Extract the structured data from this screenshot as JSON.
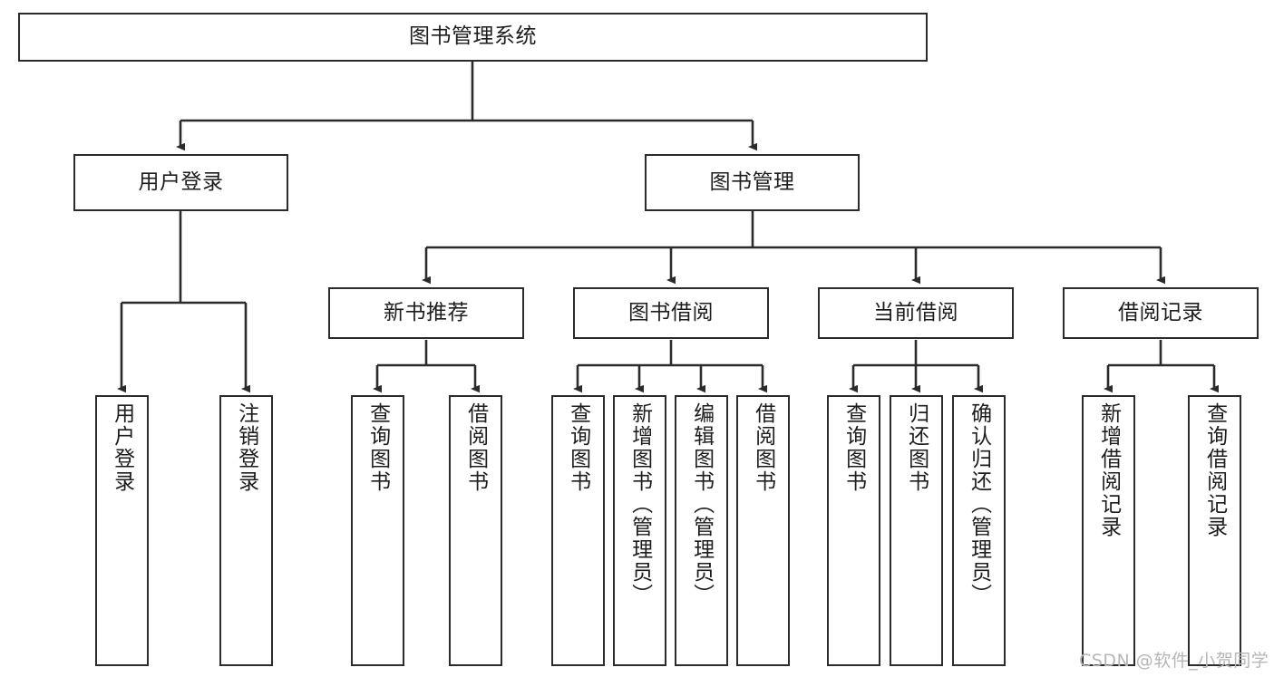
{
  "diagram": {
    "title": "图书管理系统",
    "type": "tree-hierarchy",
    "orientation": "top-down",
    "colors": {
      "stroke": "#2b2b2b",
      "fill": "#ffffff",
      "text": "#1d1d1d",
      "watermark": "#b6b6b6"
    },
    "root": {
      "label": "图书管理系统"
    },
    "level1": [
      {
        "label": "用户登录"
      },
      {
        "label": "图书管理"
      }
    ],
    "level2": [
      {
        "label": "新书推荐"
      },
      {
        "label": "图书借阅"
      },
      {
        "label": "当前借阅"
      },
      {
        "label": "借阅记录"
      }
    ],
    "leaves": {
      "user_login": [
        {
          "label": "用户登录"
        },
        {
          "label": "注销登录"
        }
      ],
      "new_book_recommend": [
        {
          "label": "查询图书"
        },
        {
          "label": "借阅图书"
        }
      ],
      "book_borrow": [
        {
          "label": "查询图书"
        },
        {
          "label": "新增图书（管理员）"
        },
        {
          "label": "编辑图书（管理员）"
        },
        {
          "label": "借阅图书"
        }
      ],
      "current_borrow": [
        {
          "label": "查询图书"
        },
        {
          "label": "归还图书"
        },
        {
          "label": "确认归还（管理员）"
        }
      ],
      "borrow_record": [
        {
          "label": "新增借阅记录"
        },
        {
          "label": "查询借阅记录"
        }
      ]
    },
    "watermark": "CSDN @软件_小贺同学"
  }
}
